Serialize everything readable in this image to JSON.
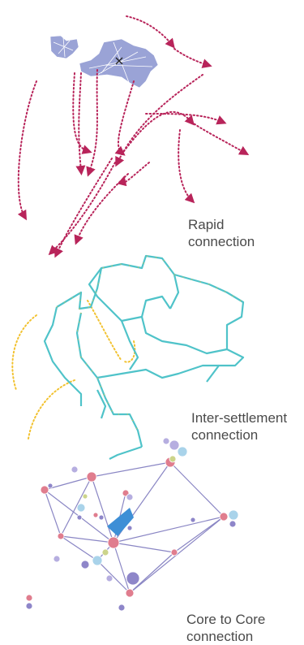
{
  "labels": {
    "rapid": {
      "line1": "Rapid",
      "line2": "connection"
    },
    "inter": {
      "line1": "Inter-settlement",
      "line2": "connection"
    },
    "core": {
      "line1": "Core to Core",
      "line2": "connection"
    }
  },
  "colors": {
    "rapid_route": "#b8245a",
    "settlement_fill": "#9aa3d6",
    "inter_route": "#4fc3c9",
    "inter_dash": "#f2c230",
    "core_edge": "#8a86c4",
    "node_pink": "#e07d8e",
    "node_lavender": "#b6aee0",
    "node_blue": "#a9d3ea",
    "node_olive": "#ccd48a",
    "node_purple": "#8e86c9",
    "core_arrow": "#3e8fd6",
    "text": "#4a4a4a"
  },
  "icons": [
    "airport-icon",
    "arrowhead-icon"
  ]
}
